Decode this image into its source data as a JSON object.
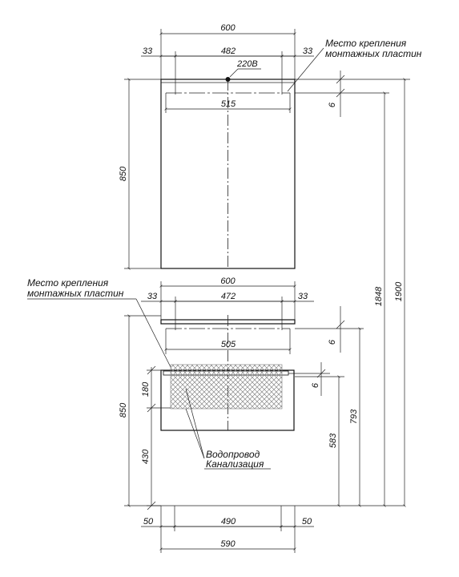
{
  "colors": {
    "line": "#222222",
    "mesh": "#888888",
    "background": "#ffffff"
  },
  "top_cabinet": {
    "overall_width": "600",
    "left_offset": "33",
    "inner_width": "482",
    "right_offset": "33",
    "power_label": "220В",
    "rail_length": "515",
    "rail_drop": "6",
    "height": "850",
    "mount_note_line1": "Место крепления",
    "mount_note_line2": "монтажных пластин"
  },
  "bottom_cabinet": {
    "top_width": "600",
    "left_offset": "33",
    "inner_width": "472",
    "right_offset": "33",
    "rail_length": "505",
    "rail_drop": "6",
    "service_drop": "6",
    "service_zone_height": "180",
    "service_zone_floor": "430",
    "height": "850",
    "service_height": "583",
    "mount_height": "793",
    "mount_note_line1": "Место крепления",
    "mount_note_line2": "монтажных пластин",
    "service_note_line1": "Водопровод",
    "service_note_line2": "Канализация",
    "base_left": "50",
    "base_inner": "490",
    "base_right": "50",
    "base_width": "590"
  },
  "overall": {
    "top_height": "1900",
    "mount_height": "1848"
  }
}
